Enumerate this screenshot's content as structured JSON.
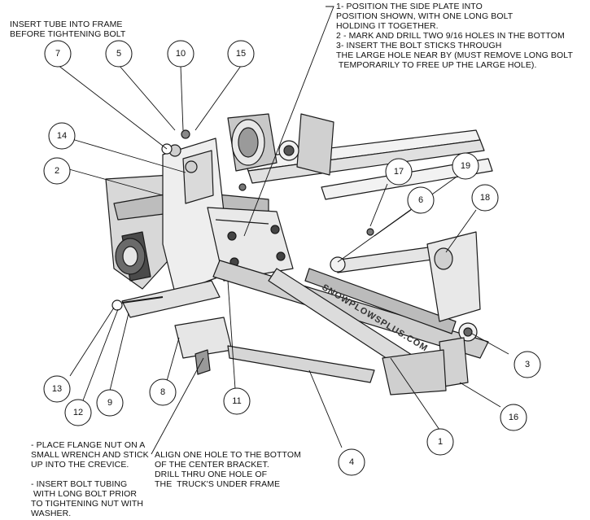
{
  "notes": {
    "insert_tube": "INSERT TUBE INTO FRAME\nBEFORE TIGHTENING BOLT",
    "side_plate": "1- POSITION THE SIDE PLATE INTO\nPOSITION SHOWN, WITH ONE LONG BOLT\nHOLDING IT TOGETHER.\n2 - MARK AND DRILL TWO 9/16 HOLES IN THE BOTTOM\n3- INSERT THE BOLT STICKS THROUGH\nTHE LARGE HOLE NEAR BY (MUST REMOVE LONG BOLT\n TEMPORARILY TO FREE UP THE LARGE HOLE).",
    "flange_nut": "- PLACE FLANGE NUT ON A\nSMALL WRENCH AND STICK\nUP INTO THE CREVICE.\n\n- INSERT BOLT TUBING\n WITH LONG BOLT PRIOR\nTO TIGHTENING NUT WITH\nWASHER.",
    "align_hole": "ALIGN ONE HOLE TO THE BOTTOM\nOF THE CENTER BRACKET.\nDRILL THRU ONE HOLE OF\nTHE  TRUCK'S UNDER FRAME"
  },
  "callouts": [
    "7",
    "5",
    "10",
    "15",
    "14",
    "2",
    "17",
    "19",
    "6",
    "18",
    "3",
    "16",
    "1",
    "4",
    "13",
    "12",
    "9",
    "8",
    "11"
  ],
  "watermark": "SNOWPLOWSPLUS.COM"
}
